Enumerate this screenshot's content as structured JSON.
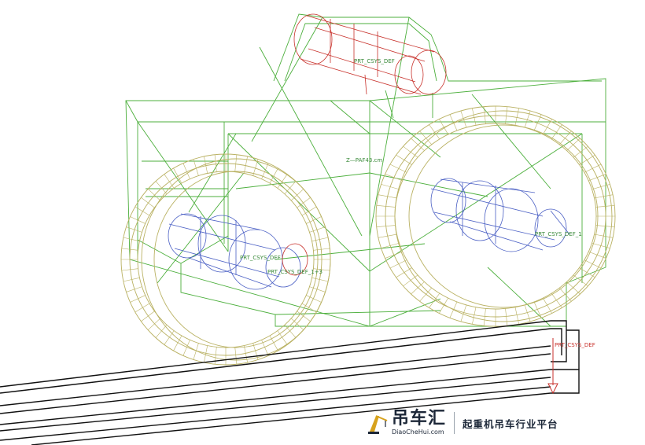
{
  "labels": {
    "center_axis": "Z—PAF43.cm",
    "top_motor": "PRT_CSYS_DEF",
    "left_hub": "PRT_CSYS_DEF",
    "left_hub_2": "PRT_CSYS_DEF_1+3",
    "right_hub": "PRT_CSYS_DEF_1",
    "rail_end": "PRT_CSYS_DEF"
  },
  "watermark": {
    "brand_cn": "吊车汇",
    "brand_en": "DiaoCheHui.com",
    "slogan": "起重机吊车行业平台"
  },
  "colors": {
    "frame": "#4caf3c",
    "wheel": "#b9b162",
    "hub": "#4a5fc4",
    "motor": "#c8322c",
    "rail": "#111111",
    "logo_accent": "#d7a21d"
  }
}
